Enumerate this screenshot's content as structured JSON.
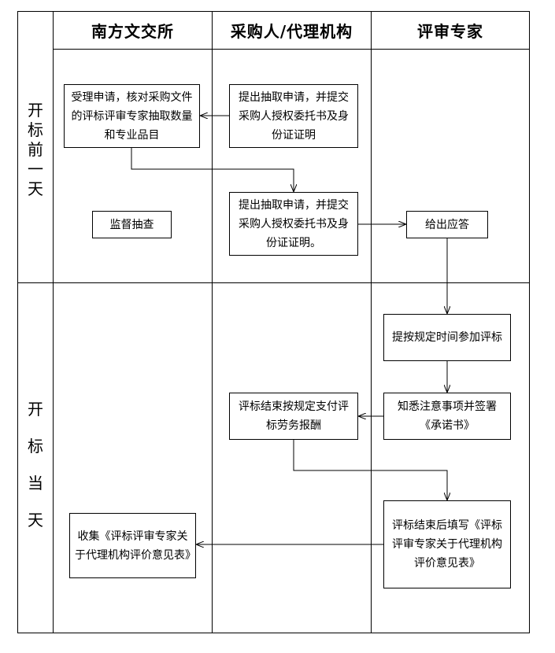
{
  "columns": {
    "col1": "南方文交所",
    "col2": "采购人/代理机构",
    "col3": "评审专家"
  },
  "phases": {
    "before": [
      "开",
      "标",
      "前",
      "一",
      "天"
    ],
    "day": [
      "开",
      "标",
      "当",
      "天"
    ]
  },
  "boxes": {
    "accept": "受理申请，核对采购文件的评标评审专家抽取数量和专业品目",
    "submit1": "提出抽取申请，并提交采购人授权委托书及身份证证明",
    "submit2": "提出抽取申请，并提交采购人授权委托书及身份证证明。",
    "supervise": "监督抽查",
    "respond": "给出应答",
    "attend": "提按规定时间参加评标",
    "sign": "知悉注意事项并签署《承诺书》",
    "pay": "评标结束按规定支付评标劳务报酬",
    "fill": "评标结束后填写《评标评审专家关于代理机构评价意见表》",
    "collect": "收集《评标评审专家关于代理机构评价意见表》"
  }
}
